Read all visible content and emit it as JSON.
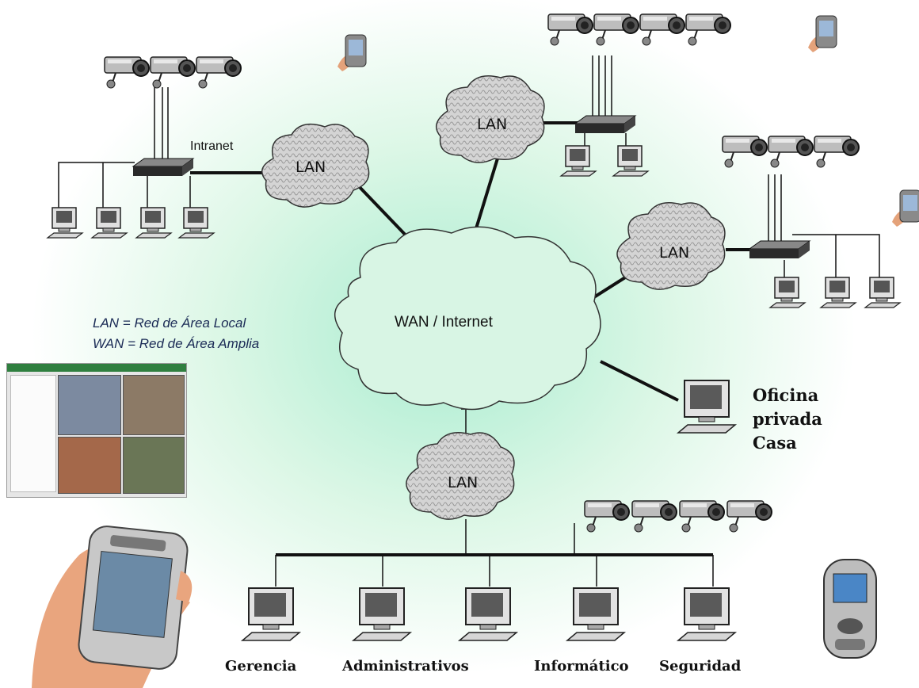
{
  "clouds": {
    "wan": "WAN / Internet",
    "lan_left": "LAN",
    "lan_top": "LAN",
    "lan_right": "LAN",
    "lan_bottom": "LAN"
  },
  "intranet_label": "Intranet",
  "legend": {
    "line1": "LAN = Red de Área Local",
    "line2": "WAN = Red de Área Amplia"
  },
  "remote_office": [
    "Oficina",
    "privada",
    "Casa"
  ],
  "departments": [
    "Gerencia",
    "Administrativos",
    "Informático",
    "Seguridad"
  ],
  "colors": {
    "background_glow": "#c9f2dc",
    "cloud_fill": "#cfcfcf",
    "line": "#111111"
  },
  "icons": [
    "ip-camera-icon",
    "computer-icon",
    "network-switch-icon",
    "pda-icon",
    "mobile-phone-icon"
  ]
}
